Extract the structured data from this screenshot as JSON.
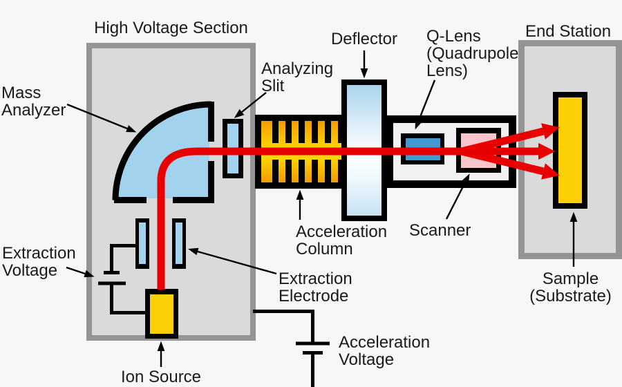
{
  "labels": {
    "high_voltage_section": {
      "text": "High Voltage Section"
    },
    "mass_analyzer": {
      "lines": [
        "Mass",
        "Analyzer"
      ]
    },
    "analyzing_slit": {
      "lines": [
        "Analyzing",
        "Slit"
      ]
    },
    "deflector": {
      "text": "Deflector"
    },
    "q_lens": {
      "lines": [
        "Q-Lens",
        "(Quadrupole",
        "Lens)"
      ]
    },
    "end_station": {
      "text": "End Station"
    },
    "acceleration_column": {
      "lines": [
        "Acceleration",
        "Column"
      ]
    },
    "scanner": {
      "text": "Scanner"
    },
    "sample": {
      "lines": [
        "Sample",
        "(Substrate)"
      ]
    },
    "extraction_voltage": {
      "lines": [
        "Extraction",
        "Voltage"
      ]
    },
    "extraction_electrode": {
      "lines": [
        "Extraction",
        "Electrode"
      ]
    },
    "ion_source": {
      "text": "Ion Source"
    },
    "acceleration_voltage": {
      "lines": [
        "Acceleration",
        "Voltage"
      ]
    }
  },
  "colors": {
    "page_bg": "#f7f7f7",
    "enclosure_fill": "#dadada",
    "enclosure_border": "#949494",
    "outline": "#000000",
    "light_blue": "#a3d2ee",
    "qlens_blue": "#4199d2",
    "scanner_pink": "#f9c5ca",
    "device_yellow": "#fcd004",
    "column_orange": "#f09c00",
    "column_yellow": "#ffd800",
    "deflector_blue_top": "#a9d4ec",
    "deflector_blue_bottom": "#c6e2f2",
    "tube_fill": "#f2f2f2",
    "beam_red": "#e80000",
    "text": "#1a1a1a"
  }
}
